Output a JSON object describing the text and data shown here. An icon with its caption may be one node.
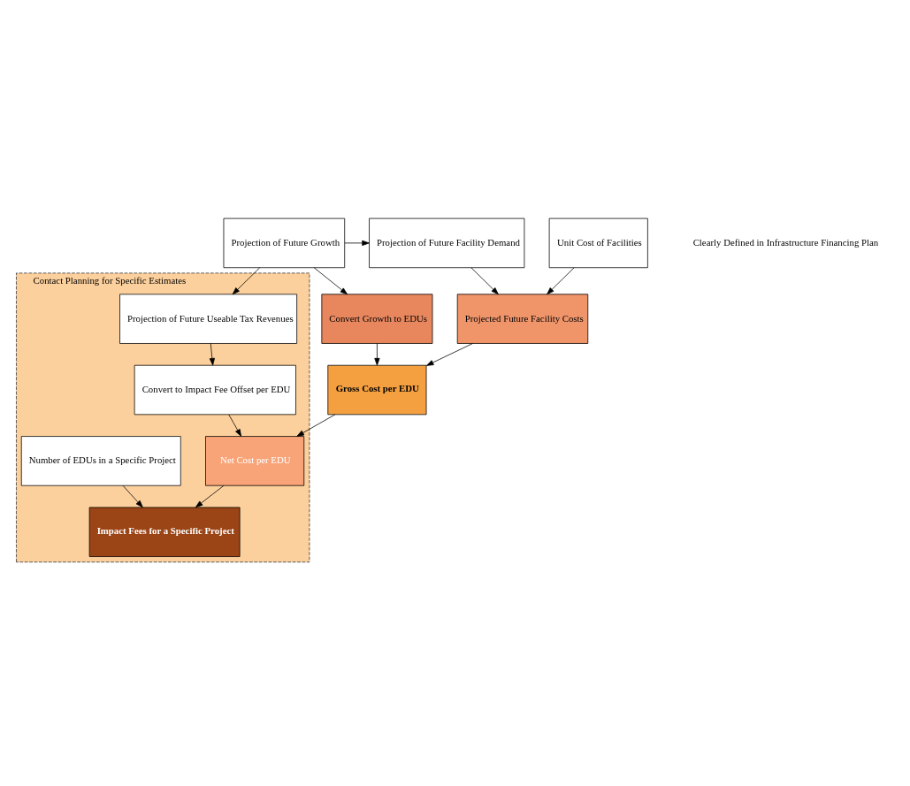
{
  "diagram": {
    "nodes": [
      {
        "text": [
          "Projection of Future Growth"
        ]
      },
      {
        "text": [
          "Projection of Future Facility Demand"
        ]
      },
      {
        "text": [
          "Unit Cost of Facilities"
        ]
      },
      {
        "text": [
          "Convert Growth to EDUs"
        ]
      },
      {
        "text": [
          "Projected Future Facility Costs"
        ]
      },
      {
        "text": [
          "Gross Cost per EDU"
        ]
      },
      {
        "text": [
          "Contact Planning for Specific Estimates"
        ]
      },
      {
        "text": [
          "Projection of Future Useable Tax Revenues"
        ],
        "in": 6
      },
      {
        "text": [
          "Convert to Impact Fee Offset per EDU"
        ],
        "in": 6
      },
      {
        "text": [
          "Net Cost per EDU"
        ],
        "in": 6
      },
      {
        "text": [
          "Number of EDUs in a Specific Project"
        ],
        "in": 6
      },
      {
        "text": [
          "Impact Fees for a Specific Project"
        ],
        "in": 6
      }
    ],
    "edges": [
      {
        "from": 0,
        "to": 1,
        "arrow": "to"
      },
      {
        "from": 0,
        "to": 3,
        "arrow": "to"
      },
      {
        "from": 0,
        "to": 7,
        "arrow": "to"
      },
      {
        "from": 1,
        "to": 4,
        "arrow": "to"
      },
      {
        "from": 2,
        "to": 4,
        "arrow": "to"
      },
      {
        "from": 3,
        "to": 5,
        "arrow": "to"
      },
      {
        "from": 4,
        "to": 5,
        "arrow": "to"
      },
      {
        "from": 5,
        "to": 9,
        "arrow": "to"
      },
      {
        "from": 7,
        "to": 8,
        "arrow": "to"
      },
      {
        "from": 8,
        "to": 9,
        "arrow": "to"
      },
      {
        "from": 9,
        "to": 11,
        "arrow": "to"
      },
      {
        "from": 10,
        "to": 11,
        "arrow": "to"
      }
    ],
    "labels": [
      "Clearly Defined in Infrastructure Financing Plan"
    ]
  }
}
